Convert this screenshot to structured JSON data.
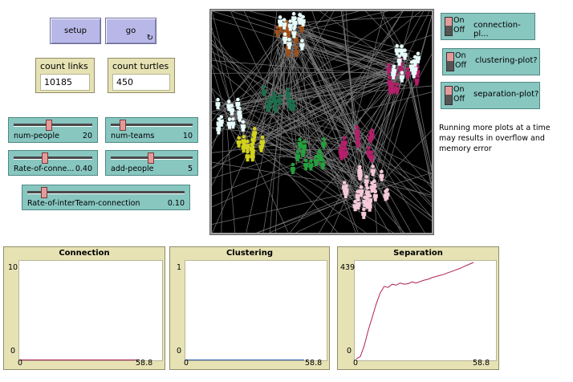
{
  "buttons": {
    "setup": "setup",
    "go": "go"
  },
  "monitors": {
    "count_links": {
      "label": "count links",
      "value": "10185"
    },
    "count_turtles": {
      "label": "count turtles",
      "value": "450"
    }
  },
  "sliders": {
    "num_people": {
      "label": "num-people",
      "value": "20",
      "fraction": 0.43
    },
    "num_teams": {
      "label": "num-teams",
      "value": "10",
      "fraction": 0.11
    },
    "rate_of_connection": {
      "label": "Rate-of-conne...",
      "value": "0.40",
      "fraction": 0.38
    },
    "add_people": {
      "label": "add-people",
      "value": "5",
      "fraction": 0.48
    },
    "rate_of_interteam": {
      "label": "Rate-of-interTeam-connection",
      "value": "0.10",
      "fraction": 0.09
    }
  },
  "switches": {
    "connection_plot": {
      "label": "connection-pl...",
      "on_text": "On",
      "off_text": "Off",
      "state": "on"
    },
    "clustering_plot": {
      "label": "clustering-plot?",
      "on_text": "On",
      "off_text": "Off",
      "state": "on"
    },
    "separation_plot": {
      "label": "separation-plot?",
      "on_text": "On",
      "off_text": "Off",
      "state": "on"
    }
  },
  "note": {
    "line1": "Running more plots at a time",
    "line2": "may results in overflow and",
    "line3": "memory error"
  },
  "plots": {
    "connection": {
      "title": "Connection",
      "ymax": "10",
      "ymin": "0",
      "xmin": "0",
      "xmax": "58.8",
      "line_color": "#b02050"
    },
    "clustering": {
      "title": "Clustering",
      "ymax": "1",
      "ymin": "0",
      "xmin": "0",
      "xmax": "58.8",
      "line_color": "#3060b0"
    },
    "separation": {
      "title": "Separation",
      "ymax": "439",
      "ymin": "0",
      "xmin": "0",
      "xmax": "58.8",
      "line_color": "#b02050"
    }
  },
  "separation_series": {
    "x": [
      0,
      2,
      4,
      6,
      8,
      10,
      12,
      14,
      16,
      18,
      20,
      22,
      24,
      26,
      28,
      30,
      32,
      34,
      36,
      38,
      40,
      42,
      44,
      46,
      48,
      50,
      52,
      54,
      56,
      58.8
    ],
    "y": [
      0,
      10,
      60,
      130,
      190,
      250,
      300,
      330,
      325,
      340,
      335,
      345,
      340,
      342,
      350,
      345,
      352,
      358,
      362,
      370,
      375,
      380,
      385,
      392,
      398,
      405,
      412,
      420,
      428,
      439
    ]
  },
  "world_colors": {
    "background": "#000000",
    "links": "#8c8c8c",
    "teams": [
      "#e8fbfb",
      "#a0501a",
      "#1e6e4e",
      "#b41e6a",
      "#d2d21e",
      "#22a03c",
      "#f4c8d8",
      "#9ad8c8"
    ]
  }
}
